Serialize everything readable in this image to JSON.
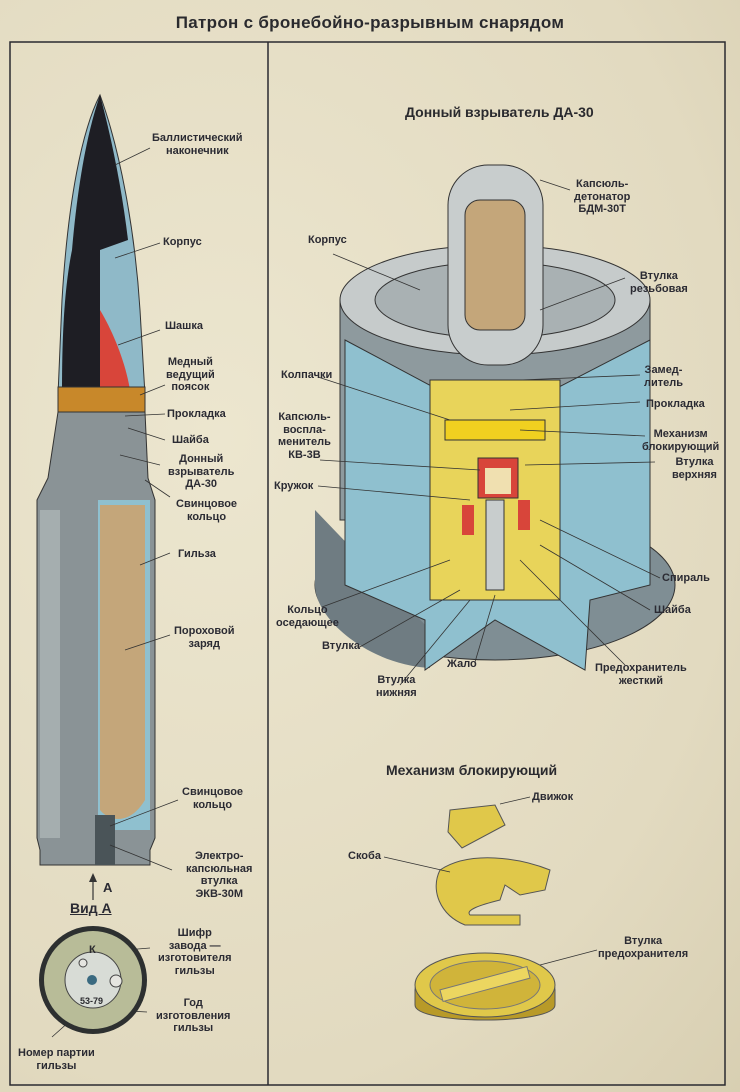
{
  "title": "Патрон с бронебойно-разрывным снарядом",
  "cartridge": {
    "labels": {
      "ballistic_cap": "Баллистический\nнаконечник",
      "body": "Корпус",
      "charge": "Шашка",
      "copper_band": "Медный\nведущий\nпоясок",
      "gasket": "Прокладка",
      "washer": "Шайба",
      "base_fuze": "Донный\nвзрыватель\nДА-30",
      "lead_ring_top": "Свинцовое\nкольцо",
      "case": "Гильза",
      "powder_charge": "Пороховой\nзаряд",
      "lead_ring_bottom": "Свинцовое\nкольцо",
      "primer_sleeve": "Электро-\nкапсюльная\nвтулка\nЭКВ-30М"
    },
    "view_arrow": "А",
    "view_title": "Вид А",
    "base_marks": {
      "letter": "К",
      "numbers": "53-79"
    },
    "base_labels": {
      "factory_code": "Шифр\nзавода —\nизготовителя\nгильзы",
      "year": "Год\nизготовления\nгильзы",
      "batch": "Номер партии\nгильзы"
    }
  },
  "fuze": {
    "title": "Донный взрыватель ДА-30",
    "labels": {
      "detonator": "Капсюль-\nдетонатор\nБДМ-30Т",
      "body": "Корпус",
      "threaded_sleeve": "Втулка\nрезьбовая",
      "caps": "Колпачки",
      "delay": "Замед-\nлитель",
      "gasket": "Прокладка",
      "igniter": "Капсюль-\nвоспла-\nменитель\nКВ-3В",
      "blocking": "Механизм\nблокирующий",
      "upper_sleeve": "Втулка\nверхняя",
      "disc": "Кружок",
      "spring": "Спираль",
      "washer": "Шайба",
      "settling_ring": "Кольцо\nоседающее",
      "sleeve": "Втулка",
      "sting": "Жало",
      "lower_sleeve": "Втулка\nнижняя",
      "safety": "Предохранитель\nжесткий"
    }
  },
  "blocking_mechanism": {
    "title": "Механизм блокирующий",
    "labels": {
      "slider": "Движок",
      "bracket": "Скоба",
      "safety_sleeve": "Втулка\nпредохранителя"
    }
  },
  "colors": {
    "paper": "#e6dfc6",
    "steel": "#9aa3a6",
    "blue": "#8fc0cf",
    "red": "#d8453a",
    "powder": "#c4a67a",
    "yellow": "#e8d45a",
    "black": "#1e1e24"
  }
}
